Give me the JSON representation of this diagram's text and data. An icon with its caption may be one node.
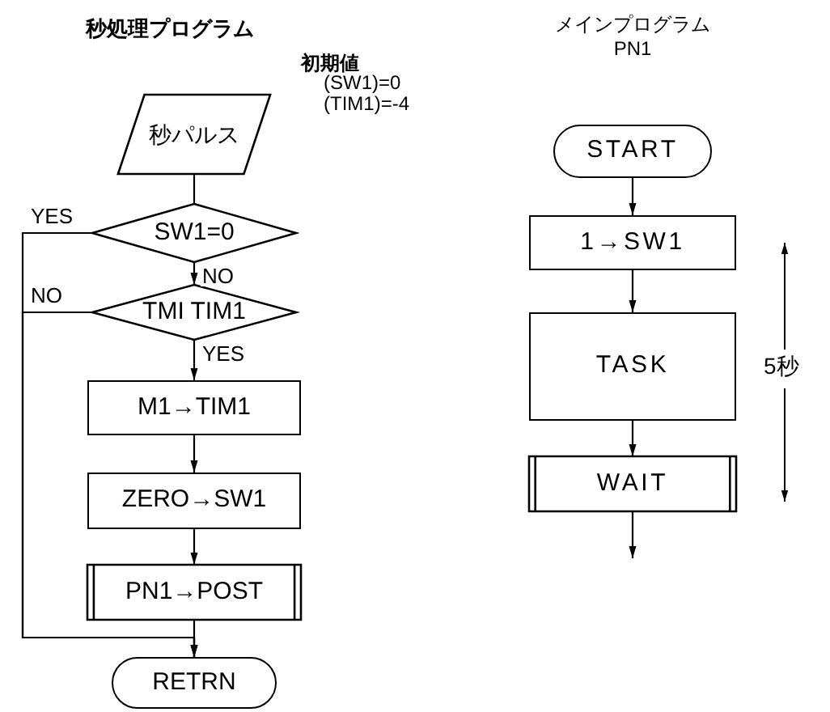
{
  "diagram": {
    "nodes": [
      {
        "text": [
          "秒パルス"
        ]
      },
      {
        "text": [
          "SW1=0"
        ]
      },
      {
        "text": [
          "TMI TIM1"
        ]
      },
      {
        "text": [
          "M1→TIM1"
        ]
      },
      {
        "text": [
          "ZERO→SW1"
        ]
      },
      {
        "text": [
          "PN1→POST"
        ]
      },
      {
        "text": [
          "RETRN"
        ]
      },
      {
        "text": [
          "START"
        ]
      },
      {
        "text": [
          "1→SW1"
        ]
      },
      {
        "text": [
          "TASK"
        ]
      },
      {
        "text": [
          "WAIT"
        ]
      }
    ],
    "edges": [
      {
        "from": 0,
        "to": 1,
        "arrow": "none"
      },
      {
        "from": 1,
        "to": 2,
        "arrow": "to",
        "label": "NO"
      },
      {
        "from": 2,
        "to": 3,
        "arrow": "to",
        "label": "YES"
      },
      {
        "from": 3,
        "to": 4,
        "arrow": "to"
      },
      {
        "from": 4,
        "to": 5,
        "arrow": "to"
      },
      {
        "from": 5,
        "to": 6,
        "arrow": "to"
      },
      {
        "from": 1,
        "to": 6,
        "arrow": "to",
        "label": "YES"
      },
      {
        "from": 2,
        "to": 6,
        "arrow": "to",
        "label": "NO"
      },
      {
        "from": 7,
        "to": 8,
        "arrow": "to"
      },
      {
        "from": 8,
        "to": 9,
        "arrow": "to"
      },
      {
        "from": 9,
        "to": 10,
        "arrow": "to"
      },
      {
        "from": 10,
        "to": null,
        "arrow": "to"
      }
    ],
    "labels": [
      "秒処理プログラム",
      "メインプログラム PN1",
      "初期値",
      "(SW1)=0",
      "(TIM1)=-4",
      "5秒"
    ]
  }
}
